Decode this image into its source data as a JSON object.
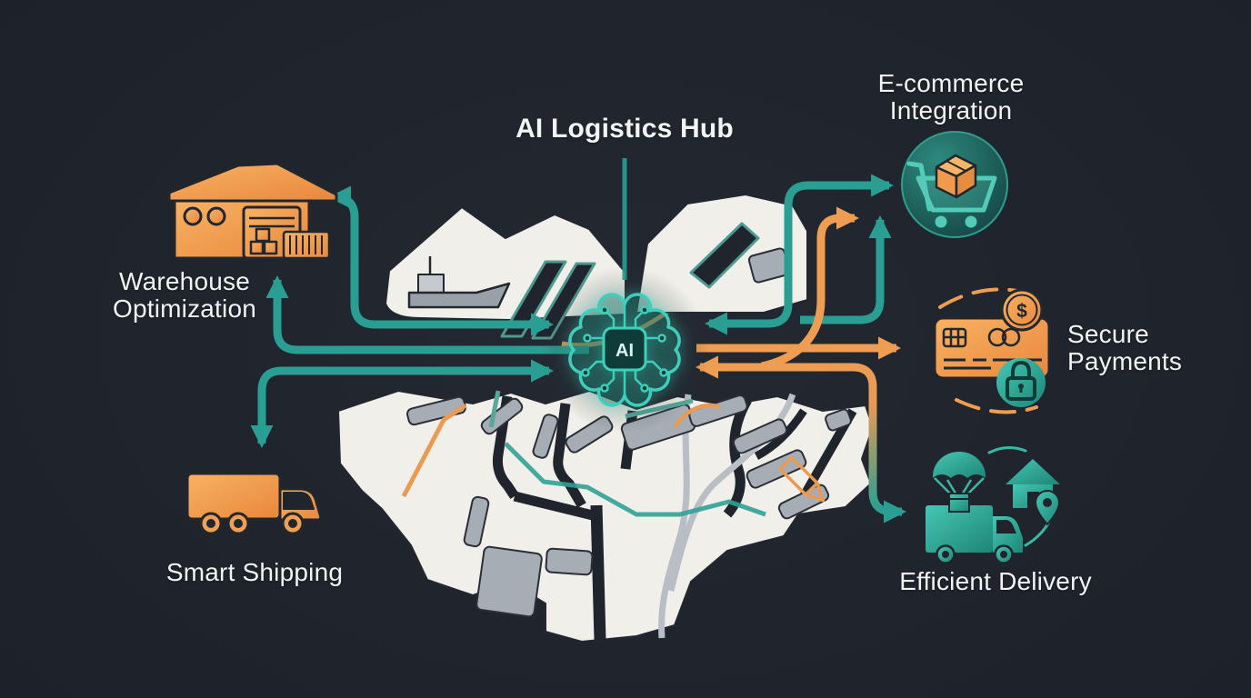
{
  "title": "AI Logistics Hub",
  "hub": {
    "chip_label": "AI",
    "icon": "ai-brain-chip-icon"
  },
  "nodes": {
    "warehouse": {
      "label_line1": "Warehouse",
      "label_line2": "Optimization",
      "icon": "warehouse-icon"
    },
    "shipping": {
      "label": "Smart Shipping",
      "icon": "truck-icon"
    },
    "ecommerce": {
      "label_line1": "E-commerce",
      "label_line2": "Integration",
      "icon": "shopping-cart-with-box-icon"
    },
    "payments": {
      "label_line1": "Secure",
      "label_line2": "Payments",
      "coin_symbol": "$",
      "icon": "credit-card-coin-lock-icon"
    },
    "delivery": {
      "label": "Efficient Delivery",
      "icon": "parachute-truck-house-pin-icon"
    }
  },
  "colors": {
    "background": "#20242c",
    "teal_arrow": "#2a9e92",
    "orange_arrow": "#ee9d52",
    "icon_orange_light": "#f8b264",
    "icon_orange_dark": "#e8873c",
    "icon_teal_light": "#46c7b4",
    "icon_teal_dark": "#1e8576",
    "brain_teal": "#3ecfbc",
    "map_white": "#f1efe9",
    "map_gray": "#a7adb5",
    "text": "#f3f4f5"
  }
}
